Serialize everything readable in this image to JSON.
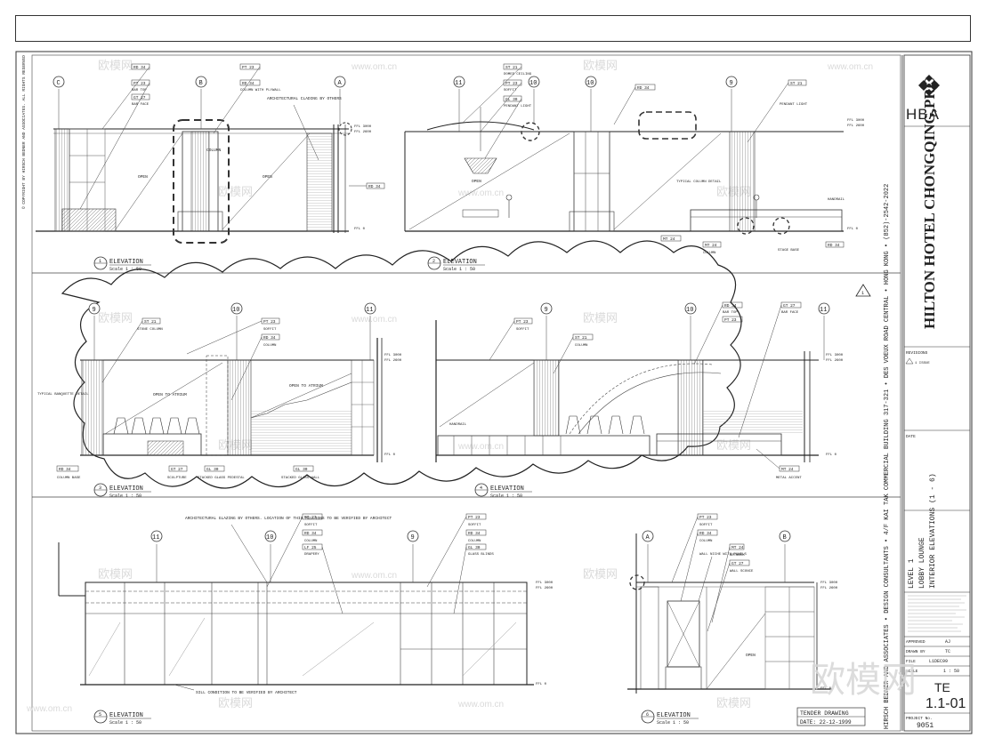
{
  "title_block": {
    "firm_logo": "HBA",
    "project_name": "HILTON HOTEL CHONGQING,PRC",
    "firm_address": "HIRSCH BEDNER AND ASSOCIATES • DESIGN CONSULTANTS • 4/F KAI TAK COMMERCIAL BUILDING 317-321 • DES VOEUX ROAD CENTRAL • HONG KONG • (852)-2542-2022",
    "revisions_label": "REVISIONS",
    "revision_note": "1 ISSUE",
    "date_label": "DATE",
    "sheet_title_1": "LEVEL 1",
    "sheet_title_2": "LOBBY LOUNGE",
    "sheet_title_3": "INTERIOR ELEVATIONS (1 - 6)",
    "approved_label": "APPROVED",
    "approved_by": "AJ",
    "drawn_label": "DRAWN BY",
    "drawn_by": "TC",
    "file_label": "FILE",
    "file_name": "L1DEC99",
    "scale_label": "SCALE",
    "scale_value": "1 : 50",
    "sheet_no_label": "TE",
    "sheet_no": "1.1-01",
    "project_no_label": "PROJECT No.",
    "project_no": "9051",
    "tender_label": "TENDER DRAWING",
    "tender_date": "DATE: 22-12-1999"
  },
  "copyright_note": "© COPYRIGHT BY HIRSCH BEDNER AND ASSOCIATES. ALL RIGHTS RESERVED",
  "watermark": {
    "text": "欧模网",
    "url": "www.om.cn"
  },
  "elevations": [
    {
      "number": "1",
      "label": "ELEVATION",
      "scale": "Scale 1 : 50",
      "grids": [
        "C",
        "B",
        "A"
      ],
      "notes": [
        "ARCHITECTURAL CLADING BY OTHERS",
        "COLUMN",
        "OPEN",
        "OPEN",
        "BAR TOP",
        "BAR FACE",
        "COLUMN WITH PLYWALL"
      ]
    },
    {
      "number": "2",
      "label": "ELEVATION",
      "scale": "Scale 1 : 50",
      "grids": [
        "11",
        "10",
        "10",
        "9"
      ],
      "notes": [
        "DOMED CEILING",
        "SOFFIT",
        "PENDANT LIGHT",
        "OPEN",
        "TYPICAL COLUMN DETAIL",
        "PENDANT LIGHT",
        "COLUMN",
        "STAGE BASE",
        "HANDRAIL"
      ]
    },
    {
      "number": "3",
      "label": "ELEVATION",
      "scale": "Scale 1 : 50",
      "grids": [
        "9",
        "10",
        "11"
      ],
      "notes": [
        "STONE COLUMN",
        "SOFFIT",
        "COLUMN",
        "OPEN TO ATRIUM",
        "OPEN TO ATRIUM",
        "TYPICAL BANQUETTE DETAIL",
        "COLUMN BASE",
        "SCULPTURE",
        "STACKED GLASS PEDESTAL",
        "STACKED GLASS WALL"
      ]
    },
    {
      "number": "4",
      "label": "ELEVATION",
      "scale": "Scale 1 : 50",
      "grids": [
        "9",
        "10",
        "11"
      ],
      "notes": [
        "SOFFIT",
        "COLUMN",
        "BAR TOP",
        "BAR FACE",
        "COLUMN",
        "HANDRAIL",
        "METAL ACCENT"
      ]
    },
    {
      "number": "5",
      "label": "ELEVATION",
      "scale": "Scale 1 : 50",
      "grids": [
        "11",
        "10",
        "9"
      ],
      "notes": [
        "ARCHITECTURAL GLAZING BY OTHERS. LOCATION OF THIS MULLIONS TO BE VERIFIED BY ARCHITECT",
        "SOFFIT",
        "COLUMN",
        "DRAPERY",
        "SOFFIT",
        "COLUMN",
        "GLASS BLINDS",
        "SILL CONDITION TO BE VERIFIED BY ARCHITECT"
      ]
    },
    {
      "number": "6",
      "label": "ELEVATION",
      "scale": "Scale 1 : 50",
      "grids": [
        "A",
        "B"
      ],
      "notes": [
        "SOFFIT",
        "COLUMN",
        "WALL NICHE WITH PANELS",
        "ARTWORK",
        "WALL SCONCE",
        "OPEN"
      ]
    }
  ],
  "levels": [
    "FFL 3000",
    "FFL 2600",
    "FFL 0"
  ],
  "tags": [
    "PT 23",
    "RD 34",
    "GT 27",
    "ST 21",
    "MT 24",
    "GL 30",
    "LF 25"
  ]
}
